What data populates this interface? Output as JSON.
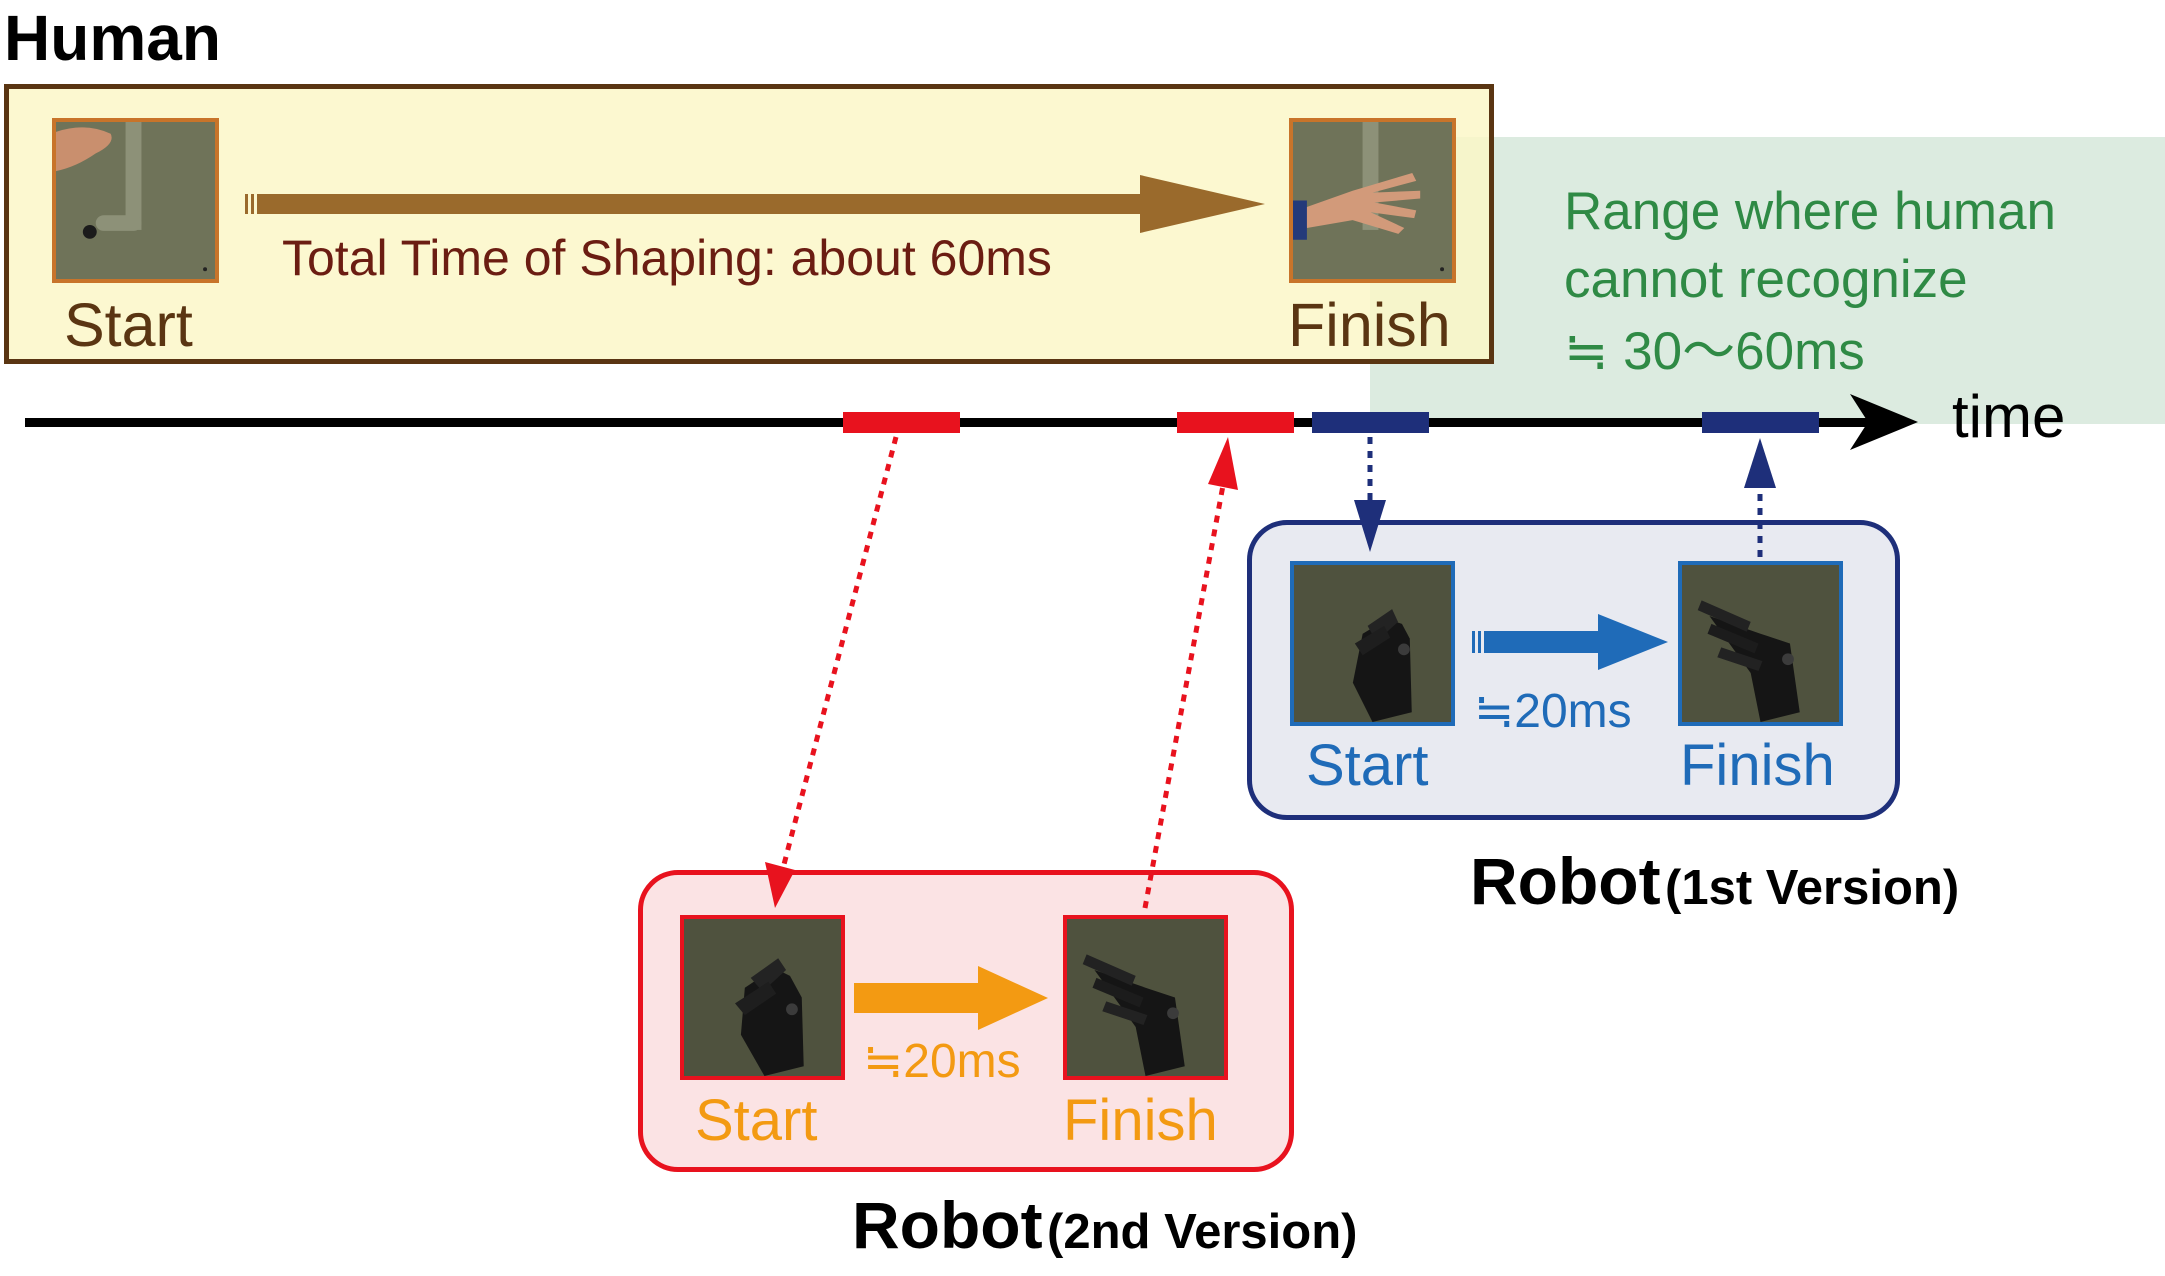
{
  "human": {
    "title": "Human",
    "total_time_label": "Total Time of Shaping: about 60ms",
    "start_label": "Start",
    "finish_label": "Finish"
  },
  "recognition_range": {
    "line1": "Range where human",
    "line2": "cannot recognize",
    "line3": "≒  30〜60ms"
  },
  "timeline": {
    "axis_label": "time"
  },
  "robot_v1": {
    "title_main": "Robot",
    "title_sub": "(1st Version)",
    "start_label": "Start",
    "finish_label": "Finish",
    "duration_label": "≒20ms"
  },
  "robot_v2": {
    "title_main": "Robot",
    "title_sub": "(2nd Version)",
    "start_label": "Start",
    "finish_label": "Finish",
    "duration_label": "≒20ms"
  },
  "colors": {
    "human_panel_bg": "#fbf6c6",
    "human_border": "#5a3512",
    "human_text": "#6b1d12",
    "human_arrow": "#9a6a2c",
    "photo_frame_human": "#c8742a",
    "range_bg": "#dcebe0",
    "range_text": "#2f8a45",
    "timeline": "#000000",
    "marker_red": "#e8121e",
    "marker_blue": "#1e2f7a",
    "robot_v1_bg": "#e8eaf1",
    "robot_v1_border": "#1e2f7a",
    "robot_v1_text": "#1f6bb8",
    "robot_v2_bg": "#fbe3e4",
    "robot_v2_border": "#e8121e",
    "robot_v2_text": "#f39a12"
  }
}
